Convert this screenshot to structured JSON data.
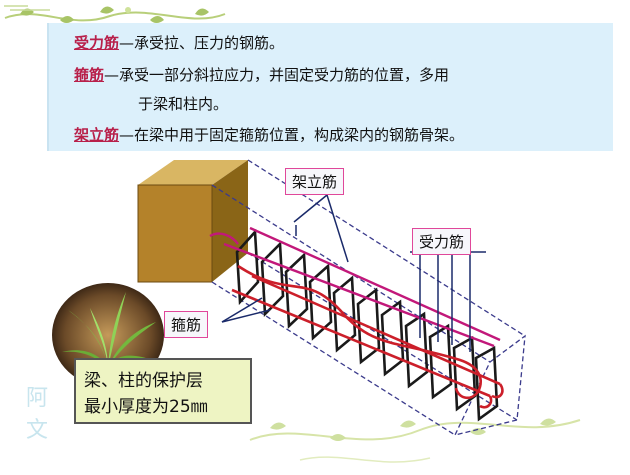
{
  "definitions": [
    {
      "term": "受力筋",
      "text": "—承受拉、压力的钢筋。"
    },
    {
      "term": "箍筋",
      "text": "—承受一部分斜拉应力，并固定受力筋的位置，多用",
      "text2": "于梁和柱内。"
    },
    {
      "term": "架立筋",
      "text": "—在梁中用于固定箍筋位置，构成梁内的钢筋骨架。"
    }
  ],
  "callouts": {
    "erection_bar": "架立筋",
    "main_bar": "受力筋",
    "stirrup": "箍筋"
  },
  "note": {
    "line1": "梁、柱的保护层",
    "line2": "最小厚度为25㎜"
  },
  "watermark": {
    "char1": "阿",
    "char2": "文"
  },
  "colors": {
    "definition_bg": "#dcf0fb",
    "term_color": "#b8204a",
    "callout_border": "#e0479a",
    "bar_red": "#cc1f2a",
    "bar_magenta": "#c2187a",
    "stirrup_black": "#1a1a1a",
    "concrete_face": "#b07f20",
    "note_bg": "#eef4c3"
  }
}
